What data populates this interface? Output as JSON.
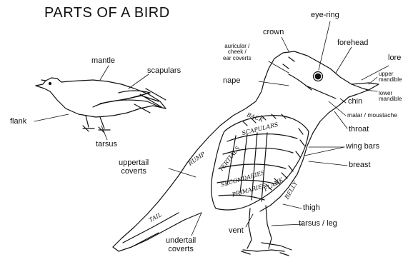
{
  "title": "PARTS OF A BIRD",
  "small_bird": {
    "labels": {
      "mantle": "mantle",
      "scapulars": "scapulars",
      "flank": "flank",
      "tarsus": "tarsus"
    }
  },
  "main_bird": {
    "labels": {
      "eye_ring": "eye-ring",
      "crown": "crown",
      "forehead": "forehead",
      "auricular": "auricular /\ncheek /\near coverts",
      "lore": "lore",
      "upper_mandible": "upper\nmandible",
      "nape": "nape",
      "lower_mandible": "lower\nmandible",
      "chin": "chin",
      "malar": "malar / moustache",
      "throat": "throat",
      "wing_bars": "wing bars",
      "breast": "breast",
      "uppertail_coverts": "uppertail\ncoverts",
      "thigh": "thigh",
      "tarsus_leg": "tarsus / leg",
      "vent": "vent",
      "undertail_coverts": "undertail\ncoverts"
    },
    "body_text": {
      "back": "BACK",
      "scapulars": "SCAPULARS",
      "rump": "RUMP",
      "tertials": "TERTIALS",
      "secondaries": "SECONDARIES",
      "primaries": "PRIMARIES",
      "flank": "FLANK",
      "belly": "BELLY",
      "tail": "TAIL"
    }
  }
}
